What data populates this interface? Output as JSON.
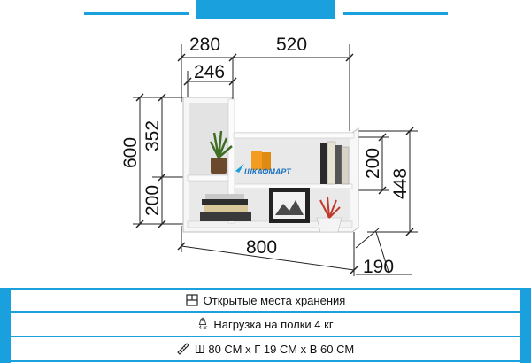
{
  "dimensions": {
    "top_left_width": "280",
    "top_right_width": "520",
    "inner_width": "246",
    "upper_height": "352",
    "total_height": "600",
    "lower_height": "200",
    "right_section_height": "200",
    "right_total_height": "448",
    "total_width": "800",
    "depth": "190"
  },
  "brand": {
    "text": "ШКАФМАРТ"
  },
  "features": [
    {
      "icon": "shelves-icon",
      "label": "Открытые места хранения"
    },
    {
      "icon": "weight-icon",
      "label": "Нагрузка на полки 4 кг",
      "icon_caption": "4 кг"
    },
    {
      "icon": "ruler-icon",
      "label": "Ш 80 СМ х Г 19 СМ х В 60 СМ"
    }
  ],
  "colors": {
    "accent": "#1aa0dc",
    "brand": "#1e73be"
  }
}
